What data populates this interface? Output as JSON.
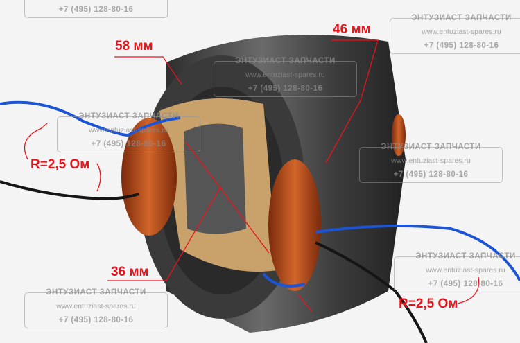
{
  "watermark": {
    "title": "ЭНТУЗИАСТ ЗАПЧАСТИ",
    "site": "www.entuziast-spares.ru",
    "phone": "+7 (495) 128-80-16"
  },
  "annotations": {
    "length": "58 мм",
    "outer_width": "46 мм",
    "inner_diameter": "36 мм",
    "resistance_left": "R=2,5 Ом",
    "resistance_right": "R=2,5 Ом"
  },
  "colors": {
    "annotation": "#e8141b",
    "copper": "#b8501e",
    "stator": "#4a4a4a"
  }
}
